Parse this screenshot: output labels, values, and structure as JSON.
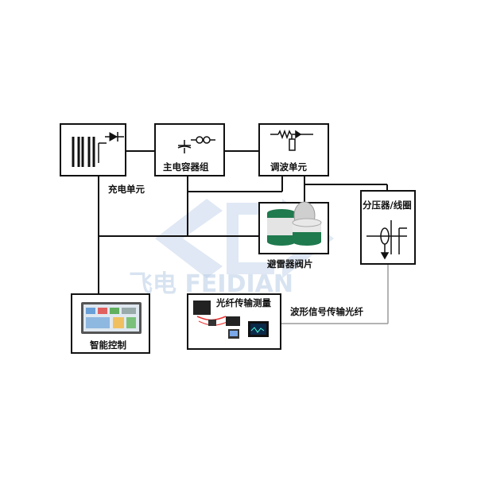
{
  "watermark": {
    "text": "飞电 FEIDIAN"
  },
  "blocks": {
    "charging_unit": {
      "label": "充电单元"
    },
    "main_capacitor": {
      "label": "主电容器组"
    },
    "wave_adjust": {
      "label": "调波单元"
    },
    "arrester": {
      "label": "避雷器阀片"
    },
    "divider": {
      "label": "分压器/线圈"
    },
    "smart_control": {
      "label": "智能控制"
    },
    "fiber_measure": {
      "label": "光纤传输测量"
    }
  },
  "links": {
    "fiber_signal": {
      "label": "波形信号传输光纤"
    }
  },
  "colors": {
    "line": "#111111",
    "fiber": "#9a9a9a",
    "watermark": "#b9cde6",
    "arrester_green": "#1f7a4e"
  }
}
